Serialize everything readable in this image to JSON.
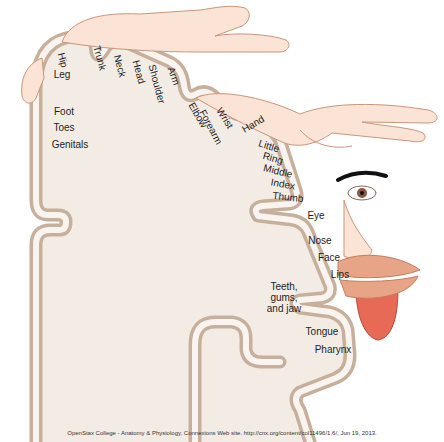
{
  "diagram": {
    "caption": "OpenStax College - Anatomy & Physiology, Connexions Web site. http://cnx.org/content/col11496/1.6/, Jun 19, 2013.",
    "labels": [
      "Hip",
      "Leg",
      "Trunk",
      "Neck",
      "Head",
      "Shoulder",
      "Arm",
      "Elbow",
      "Forearm",
      "Wrist",
      "Hand",
      "Little",
      "Ring",
      "Middle",
      "Index",
      "Thumb",
      "Foot",
      "Toes",
      "Genitals",
      "Eye",
      "Nose",
      "Face",
      "Lips",
      "Teeth, gums, and jaw",
      "Tongue",
      "Pharynx"
    ]
  }
}
